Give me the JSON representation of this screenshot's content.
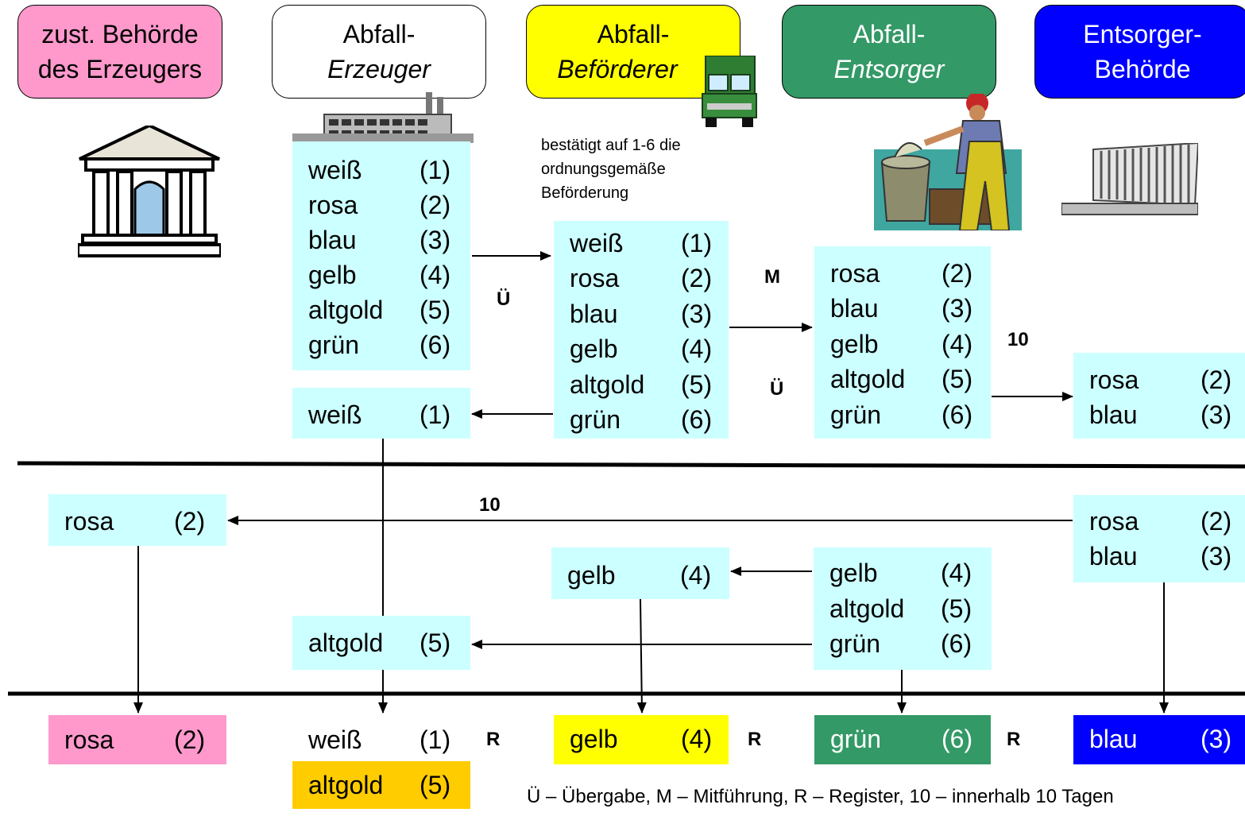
{
  "headers": {
    "behoerde_erzeuger": {
      "line1": "zust. Behörde",
      "line2": "des Erzeugers",
      "color": "#ff99cc"
    },
    "erzeuger": {
      "line1": "Abfall-",
      "line2": "Erzeuger",
      "color": "#ffffff"
    },
    "befoerderer": {
      "line1": "Abfall-",
      "line2": "Beförderer",
      "color": "#ffff00"
    },
    "entsorger": {
      "line1": "Abfall-",
      "line2": "Entsorger",
      "color": "#339966"
    },
    "entsorger_behoerde": {
      "line1": "Entsorger-",
      "line2": "Behörde",
      "color": "#0000ff"
    }
  },
  "note": {
    "line1": "bestätigt auf 1-6 die",
    "line2": "ordnungsgemäße",
    "line3": "Beförderung"
  },
  "labels": {
    "u": "Ü",
    "m": "M",
    "ten": "10",
    "r": "R"
  },
  "boxes": {
    "erzeuger_main": [
      {
        "name": "weiß",
        "num": "(1)"
      },
      {
        "name": "rosa",
        "num": "(2)"
      },
      {
        "name": "blau",
        "num": "(3)"
      },
      {
        "name": "gelb",
        "num": "(4)"
      },
      {
        "name": "altgold",
        "num": "(5)"
      },
      {
        "name": "grün",
        "num": "(6)"
      }
    ],
    "befoerderer_main": [
      {
        "name": "weiß",
        "num": "(1)"
      },
      {
        "name": "rosa",
        "num": "(2)"
      },
      {
        "name": "blau",
        "num": "(3)"
      },
      {
        "name": "gelb",
        "num": "(4)"
      },
      {
        "name": "altgold",
        "num": "(5)"
      },
      {
        "name": "grün",
        "num": "(6)"
      }
    ],
    "entsorger_main": [
      {
        "name": "rosa",
        "num": "(2)"
      },
      {
        "name": "blau",
        "num": "(3)"
      },
      {
        "name": "gelb",
        "num": "(4)"
      },
      {
        "name": "altgold",
        "num": "(5)"
      },
      {
        "name": "grün",
        "num": "(6)"
      }
    ],
    "erzeuger_return": [
      {
        "name": "weiß",
        "num": "(1)"
      }
    ],
    "behoerde_top": [
      {
        "name": "rosa",
        "num": "(2)"
      },
      {
        "name": "blau",
        "num": "(3)"
      }
    ],
    "behoerde_mid": [
      {
        "name": "rosa",
        "num": "(2)"
      },
      {
        "name": "blau",
        "num": "(3)"
      }
    ],
    "erzeuger_behoerde_mid": [
      {
        "name": "rosa",
        "num": "(2)"
      }
    ],
    "befoerderer_mid": [
      {
        "name": "gelb",
        "num": "(4)"
      }
    ],
    "entsorger_mid": [
      {
        "name": "gelb",
        "num": "(4)"
      },
      {
        "name": "altgold",
        "num": "(5)"
      },
      {
        "name": "grün",
        "num": "(6)"
      }
    ],
    "erzeuger_mid": [
      {
        "name": "altgold",
        "num": "(5)"
      }
    ]
  },
  "register": {
    "rosa": {
      "name": "rosa",
      "num": "(2)",
      "color": "#ff99cc"
    },
    "weiss": {
      "name": "weiß",
      "num": "(1)",
      "color": "#ffffff"
    },
    "altgold": {
      "name": "altgold",
      "num": "(5)",
      "color": "#ffcc00"
    },
    "gelb": {
      "name": "gelb",
      "num": "(4)",
      "color": "#ffff00"
    },
    "gruen": {
      "name": "grün",
      "num": "(6)",
      "color": "#339966"
    },
    "blau": {
      "name": "blau",
      "num": "(3)",
      "color": "#0000ff"
    }
  },
  "legend": "Ü – Übergabe, M – Mitführung, R – Register, 10 – innerhalb 10 Tagen",
  "icons": [
    "courthouse-icon",
    "factory-icon",
    "truck-icon",
    "worker-icon",
    "office-building-icon"
  ]
}
